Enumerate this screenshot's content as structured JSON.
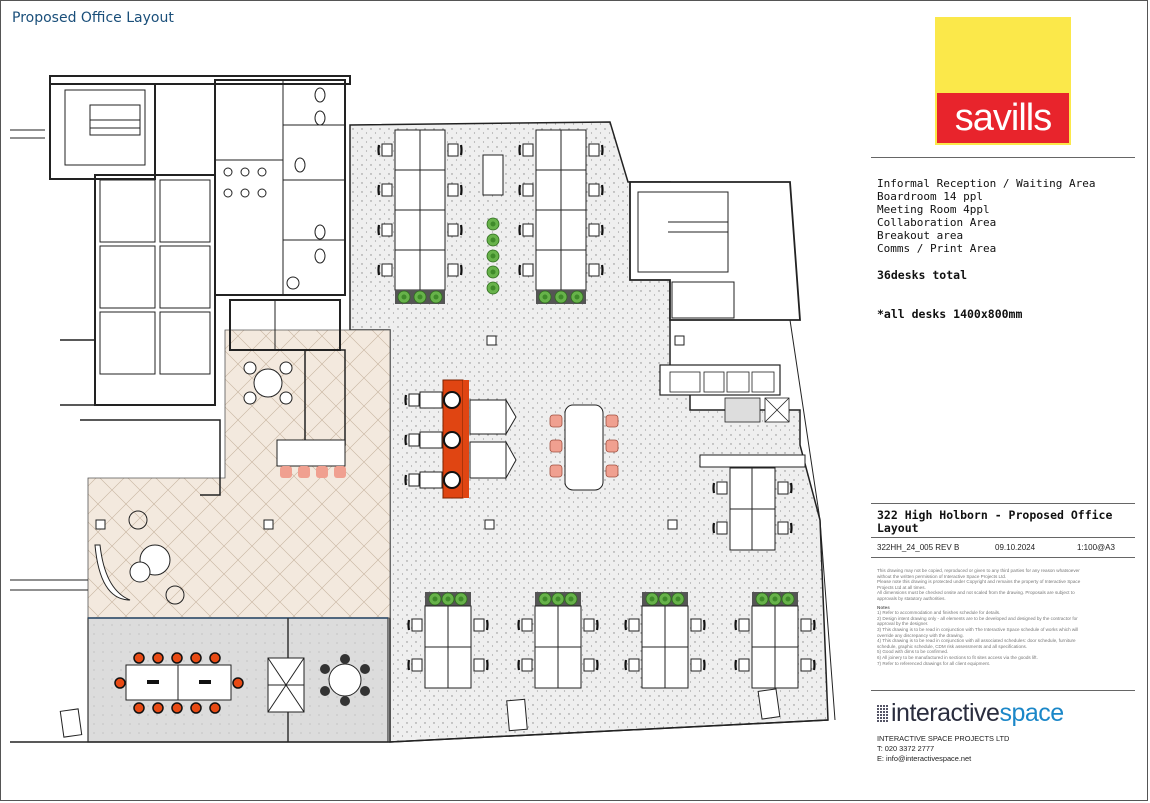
{
  "page": {
    "title": "Proposed Office Layout"
  },
  "client_logo": {
    "text": "savills",
    "colors": {
      "yellow": "#fbe84a",
      "red": "#e8242c"
    }
  },
  "areas": [
    "Informal Reception / Waiting Area",
    "Boardroom 14 ppl",
    "Meeting Room 4ppl",
    "Collaboration Area",
    "Breakout area",
    "Comms / Print Area"
  ],
  "desk_count": "36desks total",
  "desk_note": "*all desks 1400x800mm",
  "project": {
    "title": "322 High Holborn - Proposed Office Layout",
    "drawing_no": "322HH_24_005 REV B",
    "date": "09.10.2024",
    "scale": "1:100@A3"
  },
  "disclaimer": [
    "This drawing may not be copied, reproduced or given to any third parties for any reason whatsoever",
    "without the written permission of Interactive Space Projects Ltd.",
    "Please note this drawing is protected under Copyright and remains the property of Interactive Space",
    "Projects Ltd at all times.",
    "All dimensions must be checked onsite and not scaled from the drawing. Proposals are subject to",
    "approvals by statutory authorities."
  ],
  "notes_heading": "Notes",
  "notes": [
    "1) Refer to accommodation and finishes schedule for details.",
    "2) Design intent drawing only - all elements are to be developed and designed by the contractor for",
    "approval by the designer.",
    "3) This drawing is to be read in conjunction with The Interactive Space schedule of works which will",
    "override any discrepancy with the drawing.",
    "4) This drawing is to be read in conjunction with all associated schedules: door schedule, furniture",
    "schedule, graphic schedule, CDM risk assessments and all specifications.",
    "5) Good with dims to be confirmed.",
    "6) All joinery to be manufactured in sections to fit sites access via the goods lift.",
    "7) Refer to referenced drawings for all client equipment."
  ],
  "company": {
    "logo_part1": "interactive",
    "logo_part2": "space",
    "colors": {
      "dark": "#2a2d3e",
      "blue": "#1b87c8"
    },
    "name": "INTERACTIVE SPACE PROJECTS LTD",
    "phone": "T: 020 3372 2777",
    "email": "E: info@interactivespace.net"
  },
  "plan_colors": {
    "office_floor": "#eeeeee",
    "breakout_floor": "#f3e9de",
    "meeting_floor": "#dcdcdc",
    "plants": "#67b24a",
    "orange_units": "#e04512",
    "pink_chairs": "#f0a090",
    "board_chairs": "#e84a14"
  }
}
